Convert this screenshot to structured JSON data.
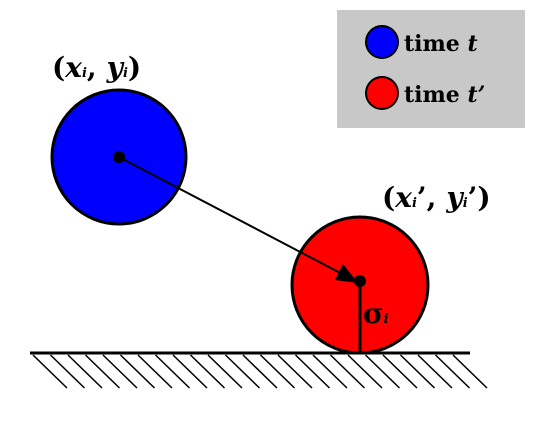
{
  "legend": {
    "background_color": "#c8c8c8",
    "items": [
      {
        "text": "time ",
        "var": "t",
        "color": "#0000ff"
      },
      {
        "text": "time ",
        "var": "t’",
        "color": "#ff0000"
      }
    ]
  },
  "labels": {
    "start_position": {
      "x": "x",
      "y": "y",
      "subscript": "i",
      "open": "(",
      "comma": ",",
      "close": ")"
    },
    "end_position": {
      "x": "x",
      "y": "y",
      "subscript": "i",
      "prime": "’",
      "open": "(",
      "comma": ",",
      "close": ")"
    },
    "radius": {
      "symbol": "σ",
      "subscript": "i"
    }
  },
  "colors": {
    "particle_t": "#0000ff",
    "particle_t_prime": "#ff0000",
    "outline": "#000000"
  }
}
